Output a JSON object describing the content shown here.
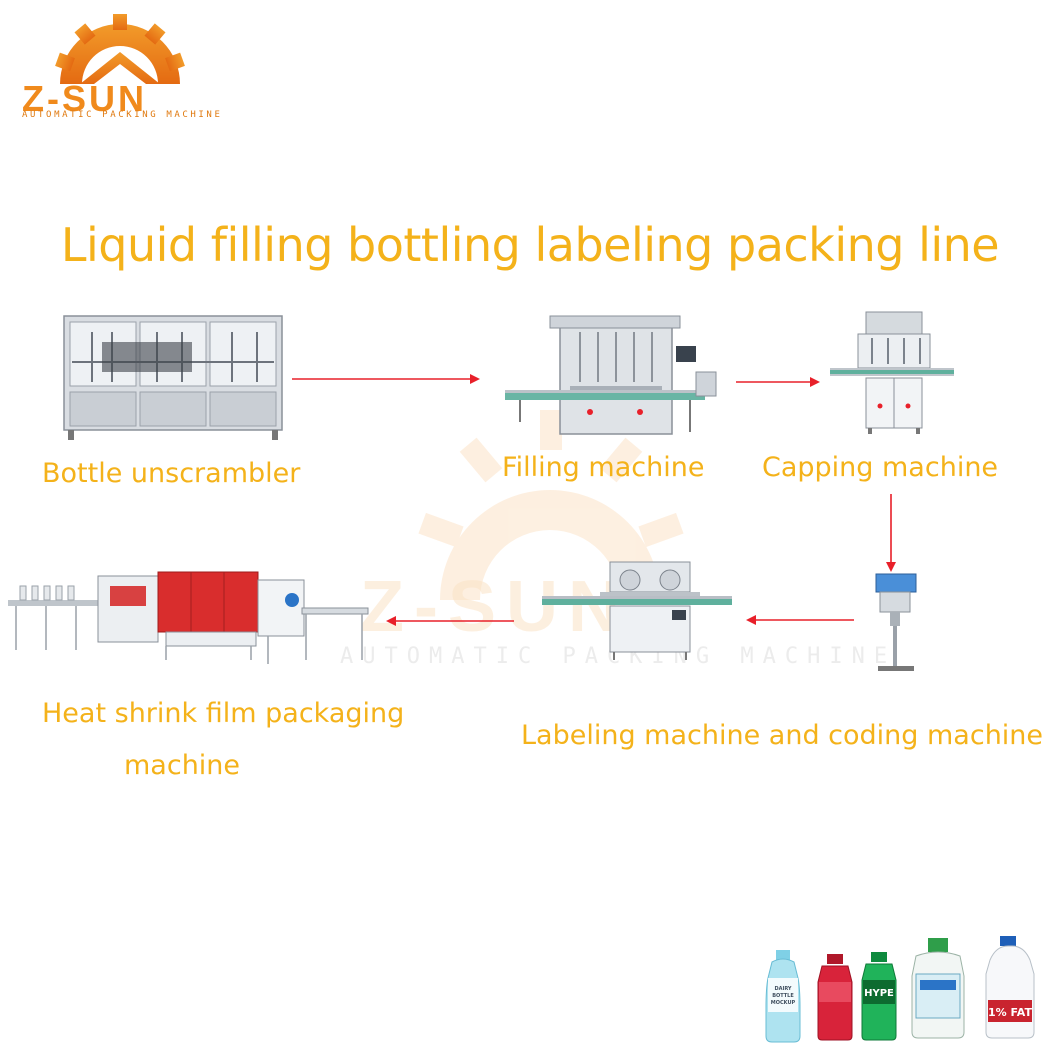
{
  "brand": {
    "name": "Z-SUN",
    "tagline": "AUTOMATIC PACKING MACHINE",
    "color": "#f08a1c"
  },
  "title": "Liquid filling bottling labeling packing line",
  "title_color": "#f4b21a",
  "arrow_color": "#e8202a",
  "steps": [
    {
      "label": "Bottle unscrambler",
      "icon": "bottle-unscrambler-machine"
    },
    {
      "label": "Filling machine",
      "icon": "filling-machine"
    },
    {
      "label": "Capping machine",
      "icon": "capping-machine"
    },
    {
      "label": "Labeling machine and coding machine",
      "icon": "labeling-and-coding-machine"
    },
    {
      "label_line1": "Heat shrink film packaging",
      "label_line2": "machine",
      "icon": "heat-shrink-film-packaging-machine"
    }
  ],
  "sample_bottles": [
    "dairy-bottle",
    "red-drink-bottle",
    "green-drink-bottle",
    "detergent-bottle",
    "milk-jug"
  ],
  "bottle_texts": {
    "dairy": "DAIRY BOTTLE MOCKUP",
    "green": "HYPE",
    "milk": "1% FAT"
  }
}
